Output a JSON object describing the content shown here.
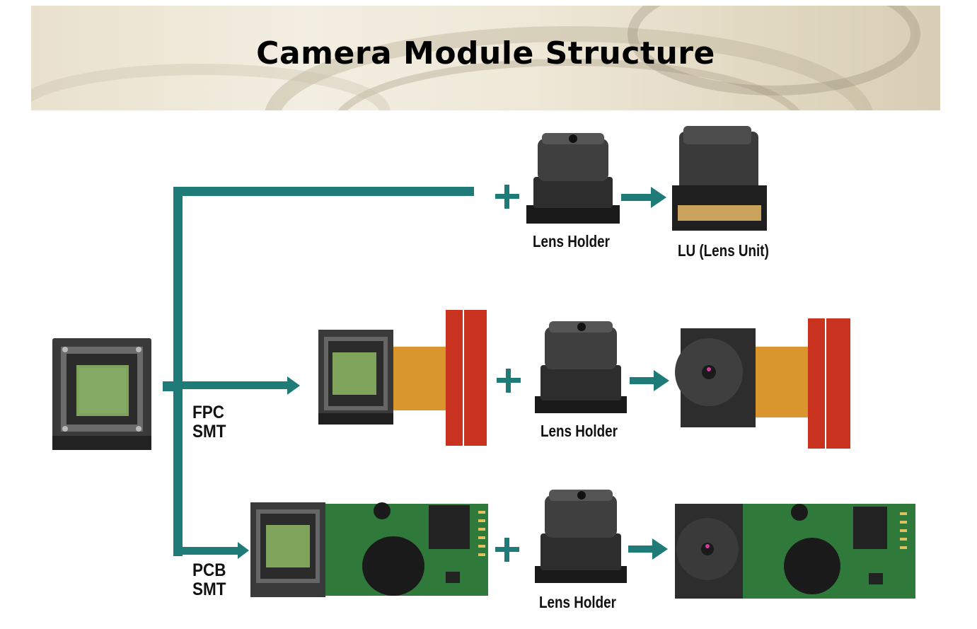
{
  "header": {
    "title": "Camera Module Structure"
  },
  "routes": [
    {
      "id": "lu",
      "result_label": "LU (Lens Unit)",
      "holder_label": "Lens Holder",
      "operator": "+"
    },
    {
      "id": "fpc",
      "process": [
        "FPC",
        "SMT"
      ],
      "holder_label": "Lens Holder",
      "operator": "+"
    },
    {
      "id": "pcb",
      "process": [
        "PCB",
        "SMT"
      ],
      "holder_label": "Lens Holder",
      "operator": "+"
    }
  ],
  "colors": {
    "connector": "#1e7b77",
    "sensor_green": "#7fa35a",
    "flex_orange": "#d9962e",
    "fpc_red": "#c8321f",
    "pcb_green": "#2f7a3a"
  },
  "icons": [
    "image-sensor-icon",
    "lens-holder-icon",
    "lens-unit-icon",
    "fpc-module-icon",
    "pcb-module-icon"
  ]
}
